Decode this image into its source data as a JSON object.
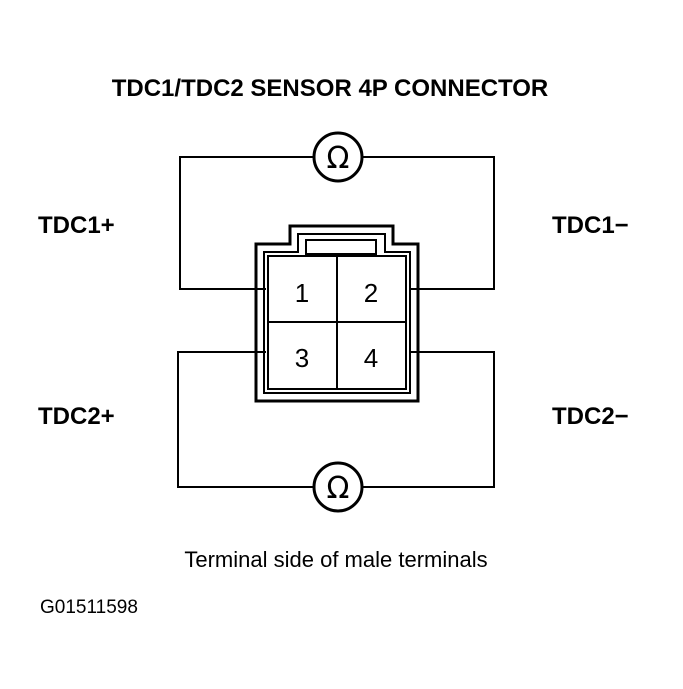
{
  "title": "TDC1/TDC2 SENSOR 4P CONNECTOR",
  "terminals": {
    "tdc1_plus": "TDC1+",
    "tdc1_minus": "TDC1−",
    "tdc2_plus": "TDC2+",
    "tdc2_minus": "TDC2−"
  },
  "connector": {
    "pins": [
      "1",
      "2",
      "3",
      "4"
    ]
  },
  "meters": {
    "top_symbol": "Ω",
    "bottom_symbol": "Ω"
  },
  "caption": "Terminal side of male terminals",
  "figure_id": "G01511598"
}
